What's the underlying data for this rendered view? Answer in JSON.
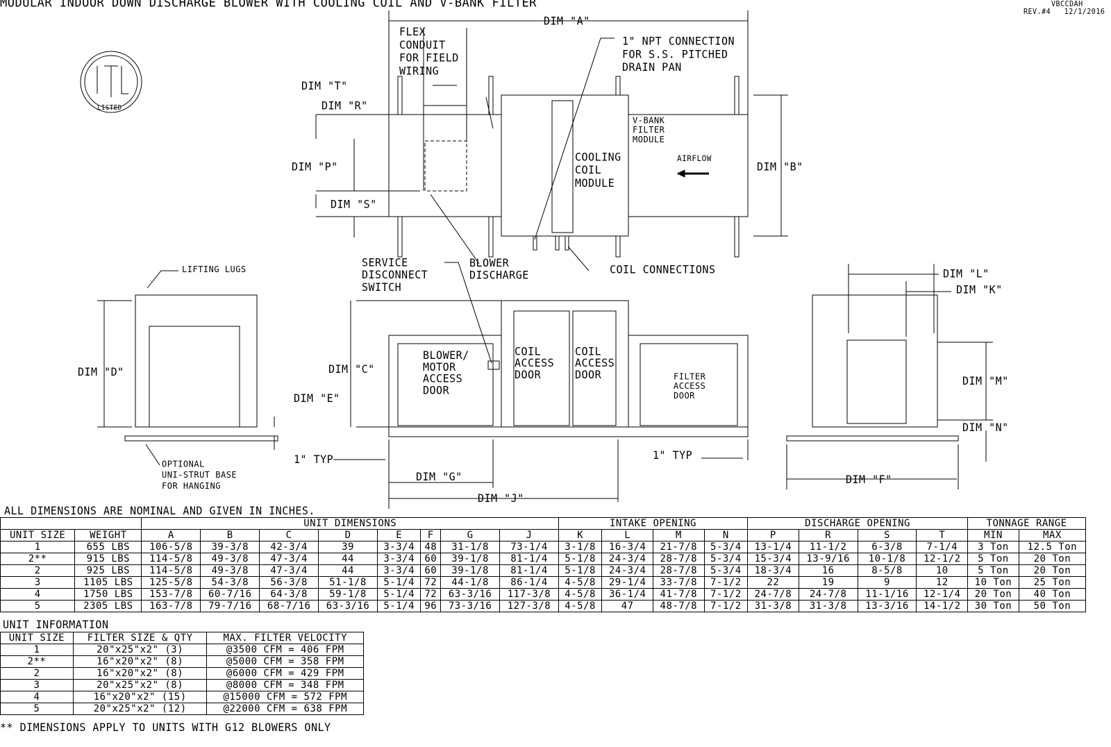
{
  "title": "MODULAR INDOOR DOWN DISCHARGE BLOWER WITH COOLING COIL AND V-BANK FILTER",
  "drawing_id": "VBCCDAH",
  "revision": "REV.#4   12/1/2016",
  "logo_text": "LISTED",
  "labels": {
    "dim_a": "DIM \"A\"",
    "dim_b": "DIM \"B\"",
    "dim_c": "DIM \"C\"",
    "dim_d": "DIM \"D\"",
    "dim_e": "DIM \"E\"",
    "dim_f": "DIM \"F\"",
    "dim_g": "DIM \"G\"",
    "dim_j": "DIM \"J\"",
    "dim_k": "DIM \"K\"",
    "dim_l": "DIM \"L\"",
    "dim_m": "DIM \"M\"",
    "dim_n": "DIM \"N\"",
    "dim_p": "DIM \"P\"",
    "dim_r": "DIM \"R\"",
    "dim_s": "DIM \"S\"",
    "dim_t": "DIM \"T\"",
    "flex_conduit": "FLEX\nCONDUIT\nFOR FIELD\nWIRING",
    "npt_connection": "1\" NPT CONNECTION\nFOR S.S. PITCHED\nDRAIN PAN",
    "vbank": "V-BANK\nFILTER\nMODULE",
    "cooling_coil": "COOLING\nCOIL\nMODULE",
    "airflow": "AIRFLOW",
    "service_disconnect": "SERVICE\nDISCONNECT\nSWITCH",
    "blower_discharge": "BLOWER\nDISCHARGE",
    "coil_connections": "COIL CONNECTIONS",
    "lifting_lugs": "LIFTING LUGS",
    "blower_motor_door": "BLOWER/\nMOTOR\nACCESS\nDOOR",
    "coil_door_1": "COIL\nACCESS\nDOOR",
    "coil_door_2": "COIL\nACCESS\nDOOR",
    "filter_door": "FILTER\nACCESS\nDOOR",
    "typ_left": "1\" TYP",
    "typ_right": "1\" TYP",
    "unistrut": "OPTIONAL\nUNI-STRUT BASE\nFOR HANGING"
  },
  "note": "ALL DIMENSIONS ARE NOMINAL AND GIVEN IN INCHES.",
  "main_table": {
    "groups": [
      "UNIT DIMENSIONS",
      "INTAKE OPENING",
      "DISCHARGE OPENING",
      "TONNAGE RANGE"
    ],
    "headers": [
      "UNIT SIZE",
      "WEIGHT",
      "A",
      "B",
      "C",
      "D",
      "E",
      "F",
      "G",
      "J",
      "K",
      "L",
      "M",
      "N",
      "P",
      "R",
      "S",
      "T",
      "MIN",
      "MAX"
    ],
    "rows": [
      [
        "1",
        "655 LBS",
        "106-5/8",
        "39-3/8",
        "42-3/4",
        "39",
        "3-3/4",
        "48",
        "31-1/8",
        "73-1/4",
        "3-1/8",
        "16-3/4",
        "21-7/8",
        "5-3/4",
        "13-1/4",
        "11-1/2",
        "6-3/8",
        "7-1/4",
        "3 Ton",
        "12.5 Ton"
      ],
      [
        "2**",
        "915 LBS",
        "114-5/8",
        "49-3/8",
        "47-3/4",
        "44",
        "3-3/4",
        "60",
        "39-1/8",
        "81-1/4",
        "5-1/8",
        "24-3/4",
        "28-7/8",
        "5-3/4",
        "15-3/4",
        "13-9/16",
        "10-1/8",
        "12-1/2",
        "5 Ton",
        "20 Ton"
      ],
      [
        "2",
        "925 LBS",
        "114-5/8",
        "49-3/8",
        "47-3/4",
        "44",
        "3-3/4",
        "60",
        "39-1/8",
        "81-1/4",
        "5-1/8",
        "24-3/4",
        "28-7/8",
        "5-3/4",
        "18-3/4",
        "16",
        "8-5/8",
        "10",
        "5 Ton",
        "20 Ton"
      ],
      [
        "3",
        "1105 LBS",
        "125-5/8",
        "54-3/8",
        "56-3/8",
        "51-1/8",
        "5-1/4",
        "72",
        "44-1/8",
        "86-1/4",
        "4-5/8",
        "29-1/4",
        "33-7/8",
        "7-1/2",
        "22",
        "19",
        "9",
        "12",
        "10 Ton",
        "25 Ton"
      ],
      [
        "4",
        "1750 LBS",
        "153-7/8",
        "60-7/16",
        "64-3/8",
        "59-1/8",
        "5-1/4",
        "72",
        "63-3/16",
        "117-3/8",
        "4-5/8",
        "36-1/4",
        "41-7/8",
        "7-1/2",
        "24-7/8",
        "24-7/8",
        "11-1/16",
        "12-1/4",
        "20 Ton",
        "40 Ton"
      ],
      [
        "5",
        "2305 LBS",
        "163-7/8",
        "79-7/16",
        "68-7/16",
        "63-3/16",
        "5-1/4",
        "96",
        "73-3/16",
        "127-3/8",
        "4-5/8",
        "47",
        "48-7/8",
        "7-1/2",
        "31-3/8",
        "31-3/8",
        "13-3/16",
        "14-1/2",
        "30 Ton",
        "50 Ton"
      ]
    ]
  },
  "info_table": {
    "title": "UNIT INFORMATION",
    "headers": [
      "UNIT SIZE",
      "FILTER SIZE & QTY",
      "MAX. FILTER VELOCITY"
    ],
    "rows": [
      [
        "1",
        "20\"x25\"x2\" (3)",
        "@3500 CFM = 406 FPM"
      ],
      [
        "2**",
        "16\"x20\"x2\" (8)",
        "@5000 CFM = 358 FPM"
      ],
      [
        "2",
        "16\"x20\"x2\" (8)",
        "@6000 CFM = 429 FPM"
      ],
      [
        "3",
        "20\"x25\"x2\" (8)",
        "@8000 CFM = 348 FPM"
      ],
      [
        "4",
        "16\"x20\"x2\" (15)",
        "@15000 CFM = 572 FPM"
      ],
      [
        "5",
        "20\"x25\"x2\" (12)",
        "@22000 CFM = 638 FPM"
      ]
    ]
  },
  "footnote": "** DIMENSIONS APPLY TO UNITS WITH G12 BLOWERS ONLY"
}
